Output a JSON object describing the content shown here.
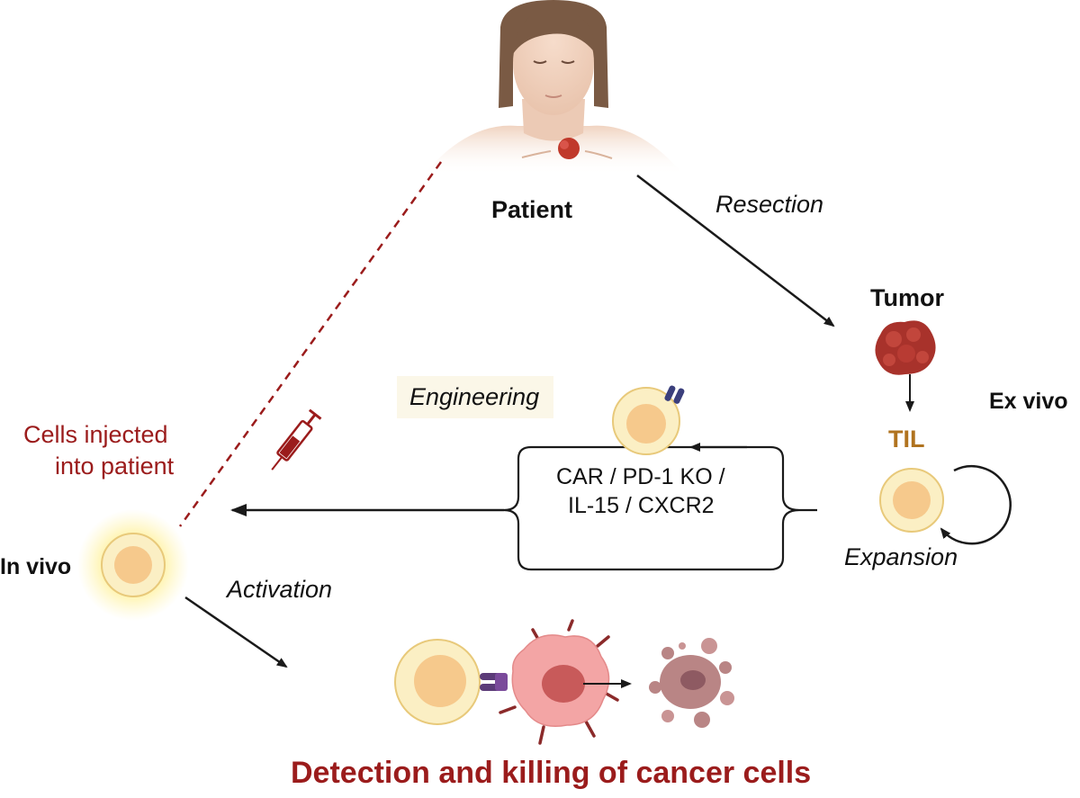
{
  "labels": {
    "patient": "Patient",
    "resection": "Resection",
    "tumor": "Tumor",
    "ex_vivo": "Ex vivo",
    "til": "TIL",
    "expansion": "Expansion",
    "engineering": "Engineering",
    "modifications_line1": "CAR / PD-1 KO /",
    "modifications_line2": "IL-15 / CXCR2",
    "cells_injected_line1": "Cells injected",
    "cells_injected_line2": "into patient",
    "in_vivo": "In vivo",
    "activation": "Activation",
    "caption": "Detection and killing of cancer cells"
  },
  "colors": {
    "caption_red": "#9b1c1c",
    "til_gold": "#b0731f",
    "cell_membrane": "#fbefc4",
    "cell_nucleus": "#f6c98c",
    "tumor_red": "#b03a32",
    "arrow": "#1a1a1a",
    "dashed_line": "#9b1c1c",
    "engineering_bg": "#fbf7e8"
  },
  "icons": [
    "patient-figure",
    "tumor-mass",
    "t-cell",
    "receptor",
    "syringe",
    "cancer-cell",
    "dead-cell-debris",
    "loop-arrow"
  ]
}
